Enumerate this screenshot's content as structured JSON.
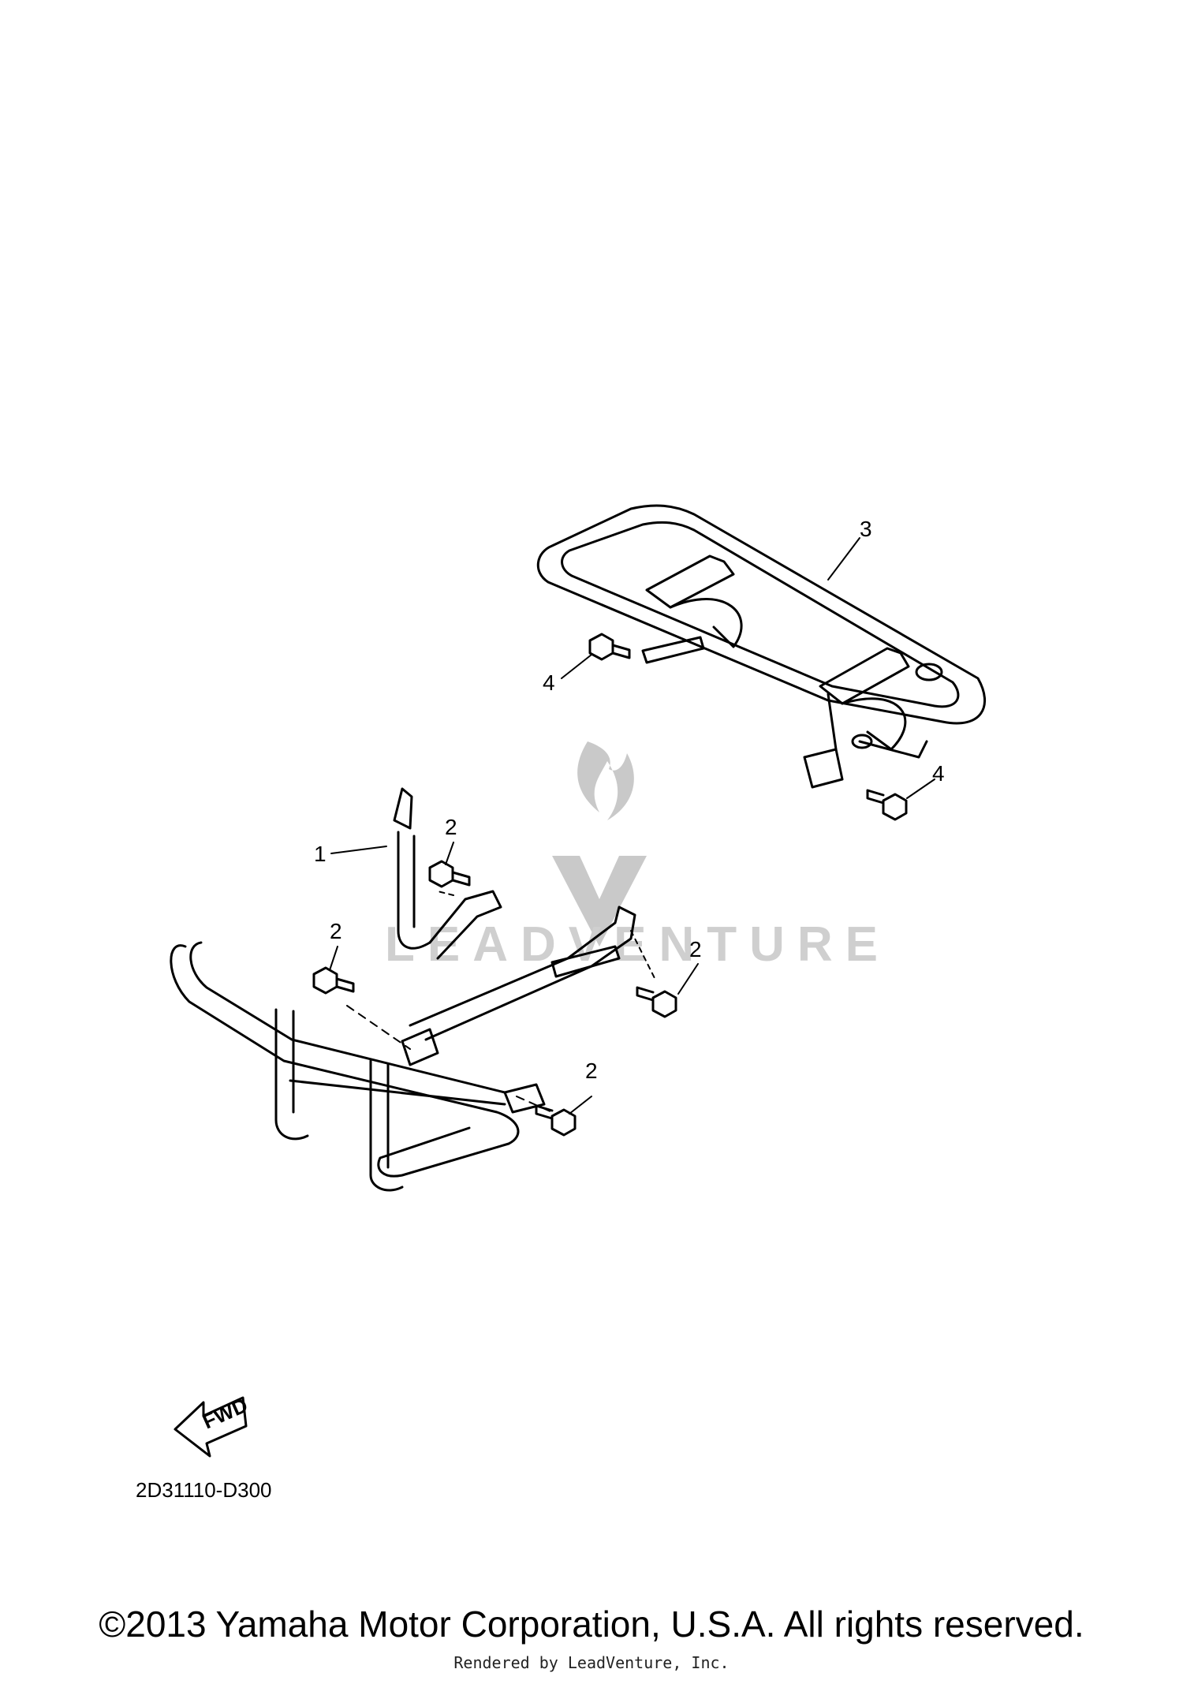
{
  "diagram": {
    "callouts": [
      {
        "id": "c1",
        "label": "1"
      },
      {
        "id": "c2a",
        "label": "2"
      },
      {
        "id": "c2b",
        "label": "2"
      },
      {
        "id": "c2c",
        "label": "2"
      },
      {
        "id": "c2d",
        "label": "2"
      },
      {
        "id": "c3",
        "label": "3"
      },
      {
        "id": "c4a",
        "label": "4"
      },
      {
        "id": "c4b",
        "label": "4"
      }
    ],
    "fwd_label": "FWD",
    "diagram_code": "2D31110-D300",
    "watermark_text": "LEADVENTURE"
  },
  "footer": {
    "copyright": "©2013 Yamaha Motor Corporation, U.S.A. All rights reserved.",
    "rendered_by": "Rendered by LeadVenture, Inc."
  }
}
